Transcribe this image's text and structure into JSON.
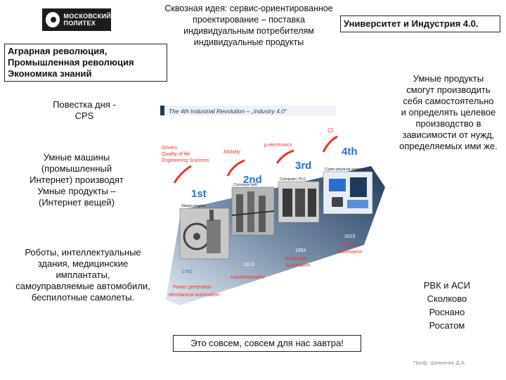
{
  "logo": {
    "line1": "МОСКОВСКИЙ",
    "line2": "ПОЛИТЕХ"
  },
  "revolutions_box": {
    "line1": "Аграрная революция,",
    "line2": "Промышленная революция",
    "line3": "Экономика знаний"
  },
  "core_idea": "Сквозная идея: сервис-ориентированное проектирование – поставка индивидуальным потребителям индивидуальные продукты",
  "university_box": "Университет и  Индустрия 4.0.",
  "agenda": {
    "line1": "Повестка дня -",
    "line2": "CPS"
  },
  "smart_machines": "Умные машины (промышленный Интернет) производят Умные продукты – (Интернет вещей)",
  "robots": "Роботы, интеллектуальные здания, медицинские имплантаты, самоуправляемые автомобили, беспилотные самолеты.",
  "smart_products": "Умные продукты смогут производить себя самостоятельно и определять целевое производство в зависимости от нужд, определяемых ими же.",
  "orgs": [
    "РВК и АСИ",
    "Сколково",
    "Роснано",
    "Росатом"
  ],
  "tomorrow_box": "Это совсем, совсем для нас завтра!",
  "author": "Проф. Шевченко Д.А.",
  "infographic": {
    "title": "The 4th Industrial Revolution – „Industry 4.0\"",
    "stages": [
      {
        "label": "1st",
        "year": "1782",
        "caption": "Steam engine",
        "desc1": "Power generation",
        "desc2": "Mechanical automation"
      },
      {
        "label": "2nd",
        "year": "1913",
        "caption": "Conveyor belt",
        "desc1": "Industrialization",
        "desc2": ""
      },
      {
        "label": "3rd",
        "year": "1954",
        "caption": "Computer, PLC",
        "desc1": "Electronic",
        "desc2": "Automation"
      },
      {
        "label": "4th",
        "year": "2015",
        "caption": "Cyber-physical systems",
        "desc1": "Smart",
        "desc2": "Automation"
      }
    ],
    "drivers": [
      "Drivers",
      "Quality of life",
      "Engineering Sciences"
    ],
    "mobility": "Mobility",
    "p_electronics": "p.electronics",
    "ci": "CI"
  },
  "colors": {
    "accent_red": "#e8352a",
    "accent_blue": "#2a6fd0",
    "band_dark": "#1f3a5a"
  }
}
